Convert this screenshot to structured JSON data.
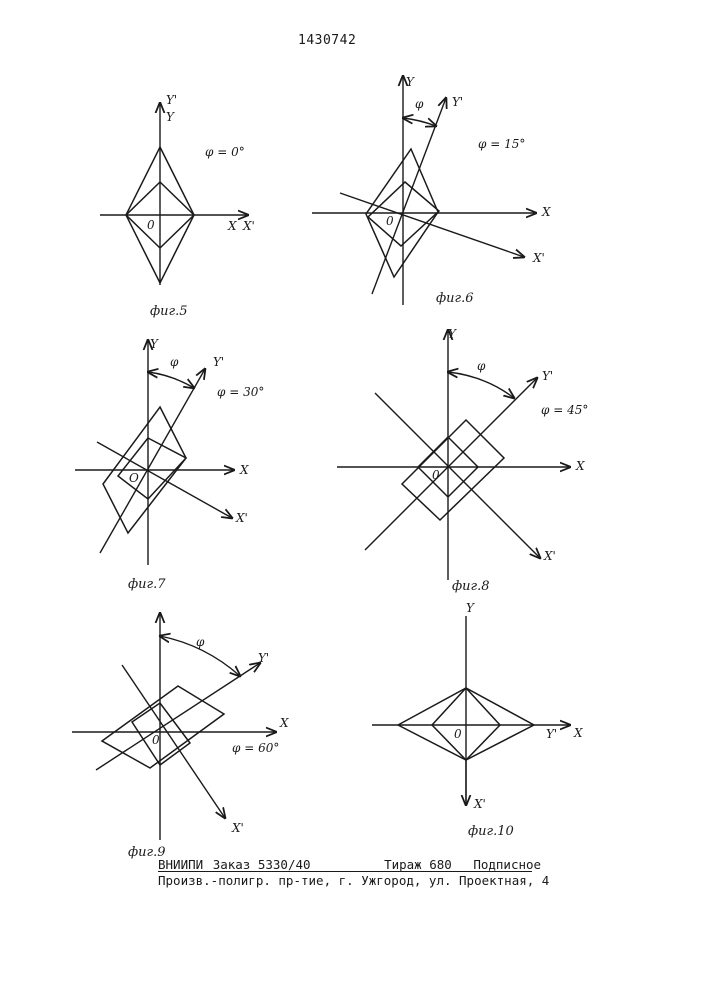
{
  "page_number": "1430742",
  "figures": [
    {
      "caption": "фиг.5",
      "angle_label": "φ = 0°",
      "labels": {
        "y": "Y",
        "y_prime": "Y'",
        "x": "X",
        "x_prime": "X'",
        "origin": "0",
        "phi": ""
      }
    },
    {
      "caption": "фиг.6",
      "angle_label": "φ = 15°",
      "labels": {
        "y": "Y",
        "y_prime": "Y'",
        "x": "X",
        "x_prime": "X'",
        "origin": "0",
        "phi": "φ"
      }
    },
    {
      "caption": "фиг.7",
      "angle_label": "φ = 30°",
      "labels": {
        "y": "Y",
        "y_prime": "Y'",
        "x": "X",
        "x_prime": "X'",
        "origin": "O",
        "phi": "φ"
      }
    },
    {
      "caption": "фиг.8",
      "angle_label": "φ = 45°",
      "labels": {
        "y": "Y",
        "y_prime": "Y'",
        "x": "X",
        "x_prime": "X'",
        "origin": "0",
        "phi": "φ"
      }
    },
    {
      "caption": "фиг.9",
      "angle_label": "φ = 60°",
      "labels": {
        "y": "",
        "y_prime": "Y'",
        "x": "X",
        "x_prime": "X'",
        "origin": "0",
        "phi": "φ"
      }
    },
    {
      "caption": "фиг.10",
      "angle_label": "",
      "labels": {
        "y": "Y",
        "y_prime": "Y'",
        "x": "X",
        "x_prime": "X'",
        "origin": "0",
        "phi": ""
      }
    }
  ],
  "footer": {
    "org": "ВНИИПИ",
    "order": "Заказ 5330/40",
    "circulation": "Тираж 680",
    "subscription": "Подписное",
    "printer": "Произв.-полигр. пр-тие, г. Ужгород, ул. Проектная, 4"
  }
}
